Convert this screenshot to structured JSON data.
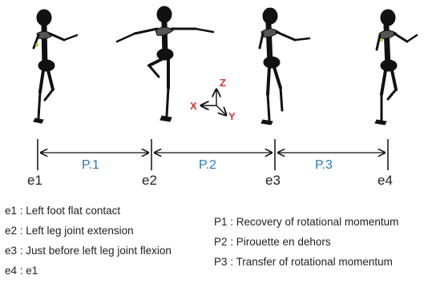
{
  "colors": {
    "phase_label": "#2b7bbf",
    "axis_label": "#e03030",
    "line": "#111111",
    "skeleton": "#111111"
  },
  "figure": {
    "axes_triad": {
      "z": "Z",
      "x": "X",
      "y": "Y"
    },
    "events": [
      "e1",
      "e2",
      "e3",
      "e4"
    ],
    "phases": [
      "P.1",
      "P.2",
      "P.3"
    ]
  },
  "legend": {
    "events": [
      "e1 : Left foot flat contact",
      "e2 : Left leg joint extension",
      "e3 : Just before left leg joint flexion",
      "e4 : e1"
    ],
    "phases": [
      "P1 : Recovery of rotational momentum",
      "P2 : Pirouette en dehors",
      "P3 : Transfer of rotational momentum"
    ]
  }
}
